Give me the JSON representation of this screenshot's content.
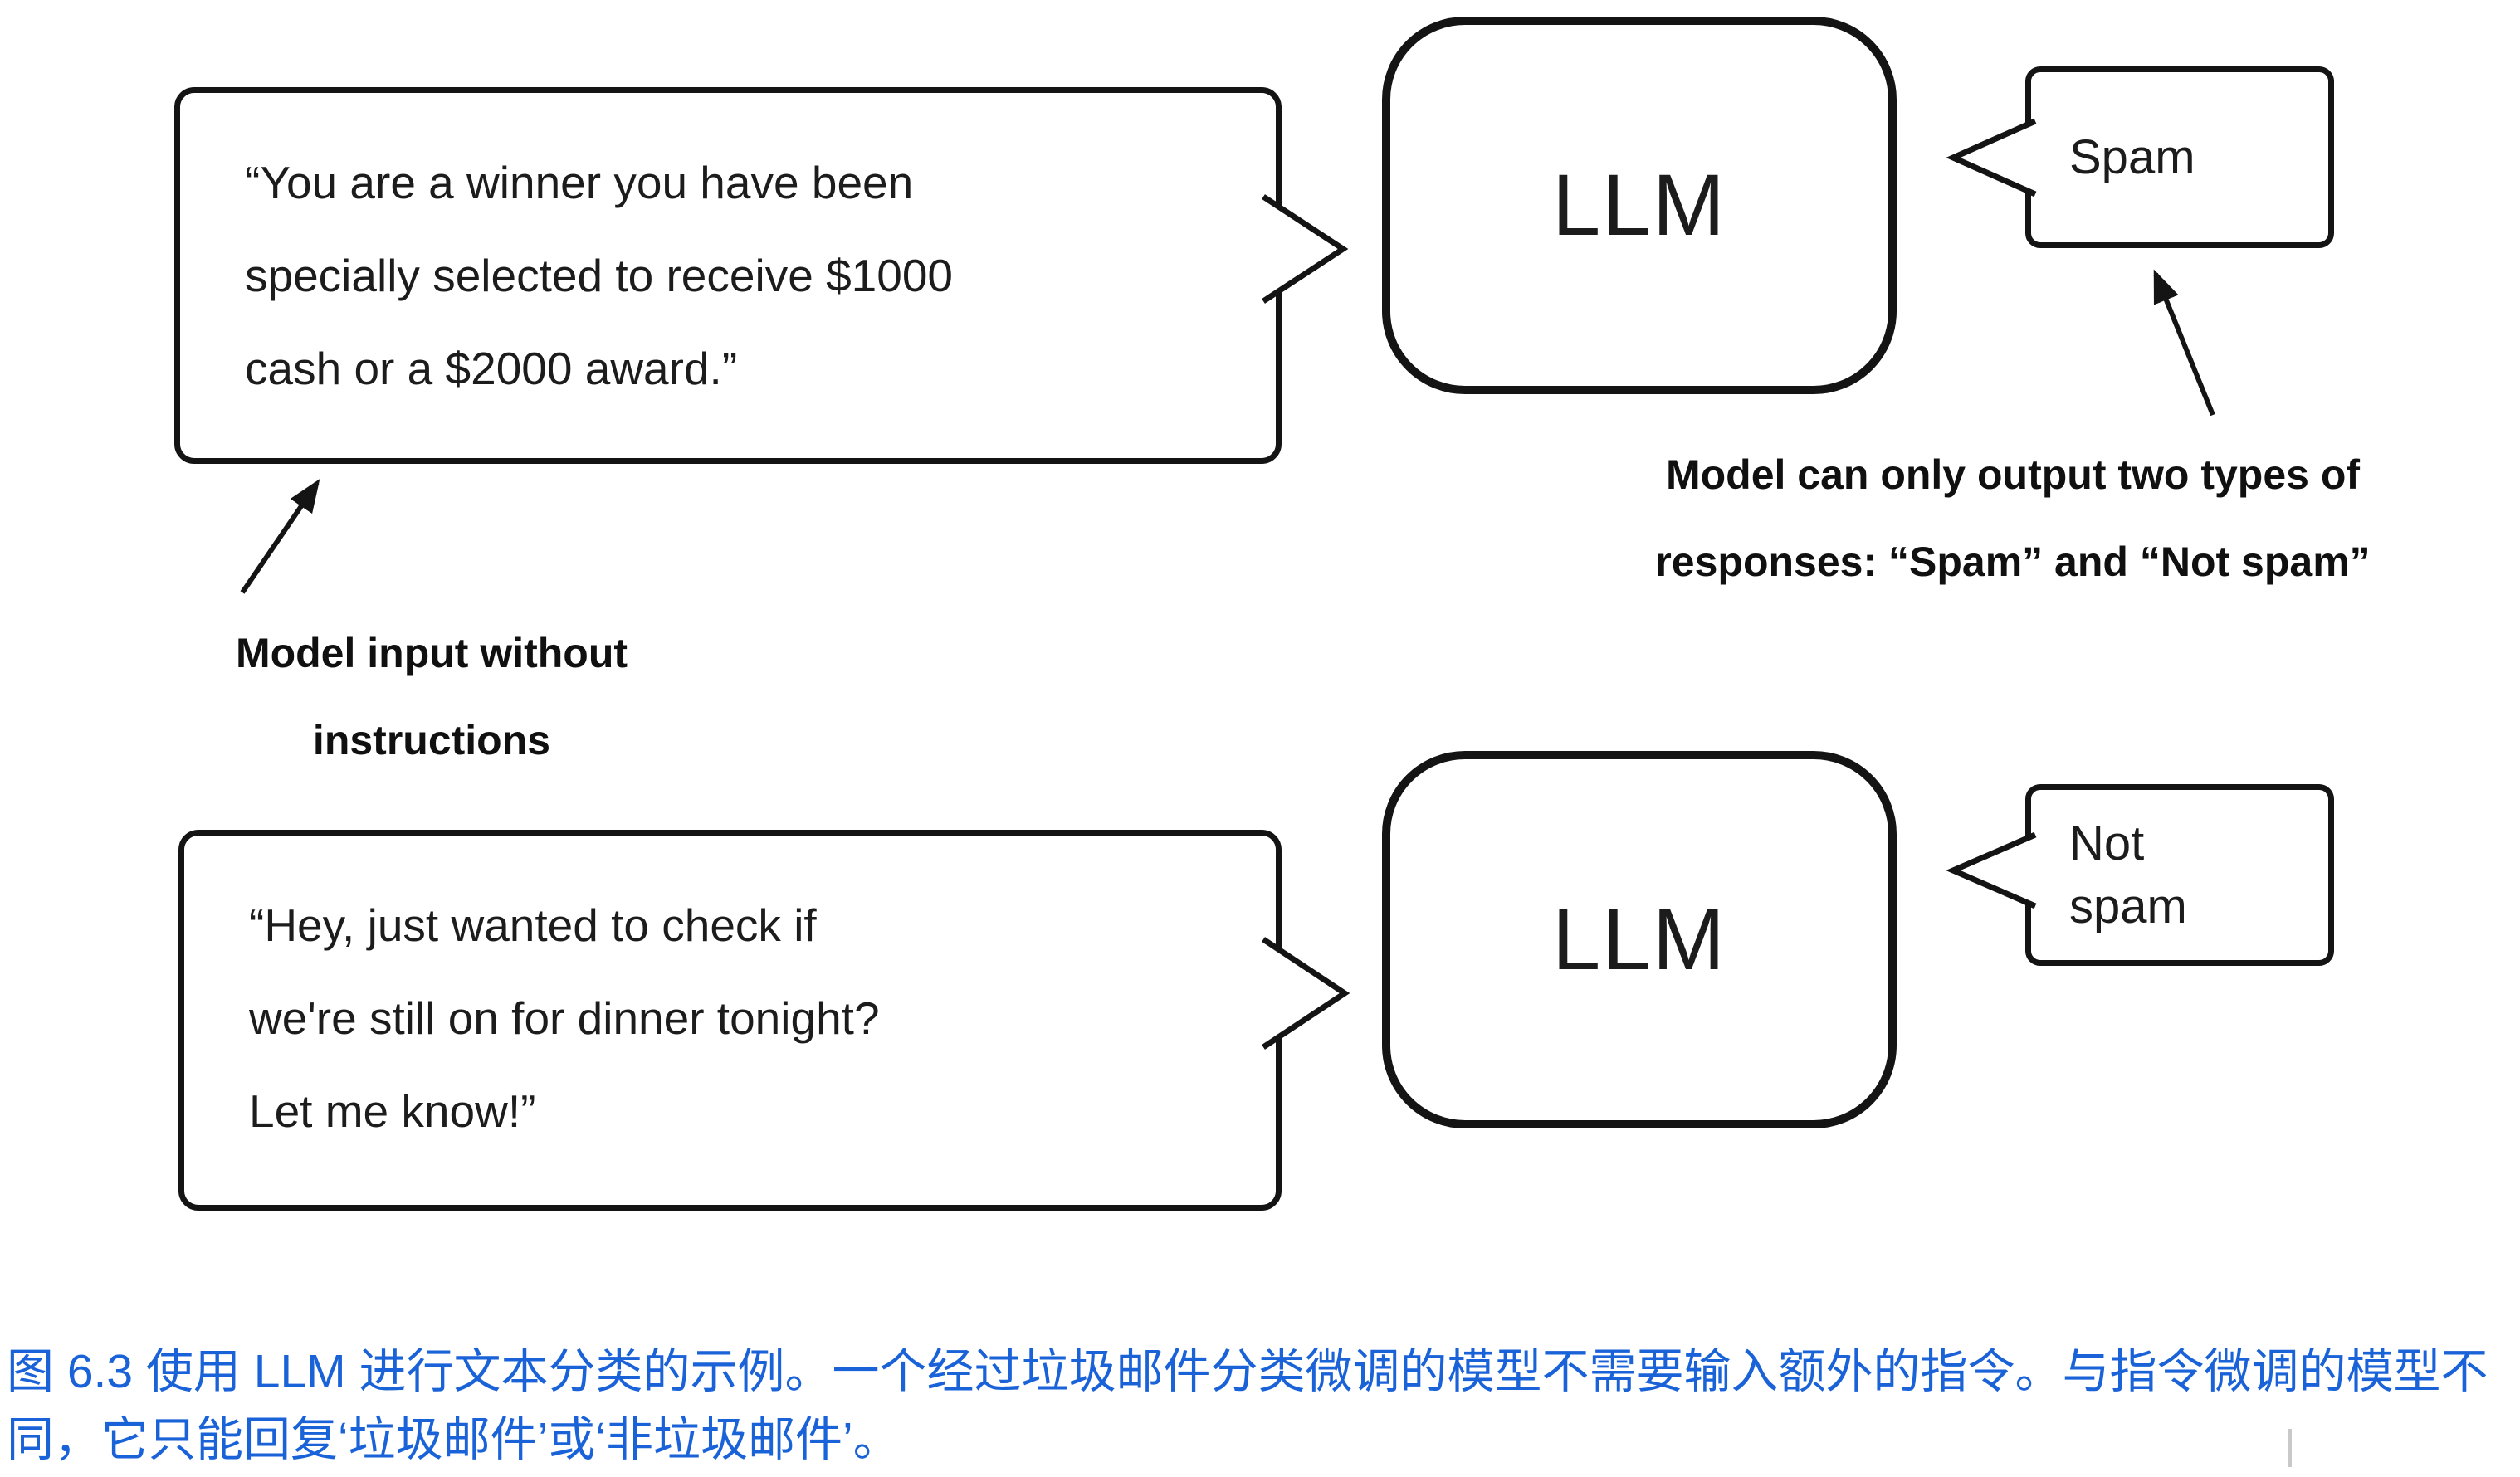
{
  "figure": {
    "caption": "图 6.3 使用 LLM 进行文本分类的示例。一个经过垃圾邮件分类微调的模型不需要输入额外的指令。与指令微调的模型不同，它只能回复‘垃圾邮件’或‘非垃圾邮件’。"
  },
  "diagram": {
    "input_top": {
      "lines": [
        "“You are a winner you have been",
        "specially selected to receive $1000",
        "cash or a $2000 award.”"
      ]
    },
    "input_bottom": {
      "lines": [
        "“Hey, just wanted to check if",
        "we're still on for dinner tonight?",
        "Let me know!”"
      ]
    },
    "llm_top": {
      "label": "LLM"
    },
    "llm_bottom": {
      "label": "LLM"
    },
    "output_top": {
      "lines": [
        "Spam"
      ]
    },
    "output_bottom": {
      "lines": [
        "Not",
        "spam"
      ]
    },
    "annotation_input": {
      "lines": [
        "Model input without",
        "instructions"
      ]
    },
    "annotation_output": {
      "lines": [
        "Model can only output two types of",
        "responses: “Spam” and “Not spam”"
      ]
    }
  },
  "colors": {
    "stroke": "#141414",
    "text": "#1c1c1c",
    "caption": "#1a62d8",
    "background": "#ffffff"
  }
}
